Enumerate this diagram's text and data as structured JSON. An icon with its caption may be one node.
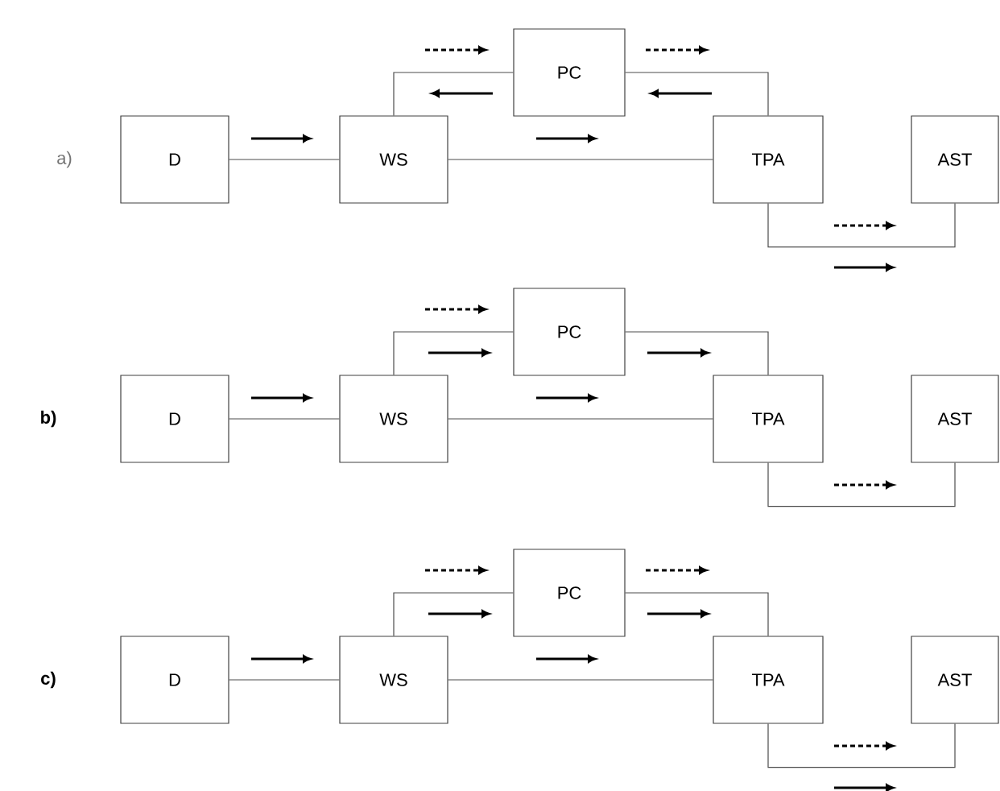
{
  "diagram": {
    "nodes": [
      {
        "text": [
          "D"
        ]
      },
      {
        "text": [
          "WS"
        ]
      },
      {
        "text": [
          "PC"
        ]
      },
      {
        "text": [
          "TPA"
        ]
      },
      {
        "text": [
          "AST"
        ]
      },
      {
        "text": [
          "D"
        ]
      },
      {
        "text": [
          "WS"
        ]
      },
      {
        "text": [
          "PC"
        ]
      },
      {
        "text": [
          "TPA"
        ]
      },
      {
        "text": [
          "AST"
        ]
      },
      {
        "text": [
          "D"
        ]
      },
      {
        "text": [
          "WS"
        ]
      },
      {
        "text": [
          "PC"
        ]
      },
      {
        "text": [
          "TPA"
        ]
      },
      {
        "text": [
          "AST"
        ]
      }
    ],
    "edges": [
      {
        "from": 0,
        "to": 1,
        "arrow": "none"
      },
      {
        "from": 1,
        "to": 2,
        "arrow": "none"
      },
      {
        "from": 1,
        "to": 3,
        "arrow": "none"
      },
      {
        "from": 2,
        "to": 3,
        "arrow": "none"
      },
      {
        "from": 3,
        "to": 4,
        "arrow": "none"
      },
      {
        "from": 5,
        "to": 6,
        "arrow": "none"
      },
      {
        "from": 6,
        "to": 7,
        "arrow": "none"
      },
      {
        "from": 6,
        "to": 8,
        "arrow": "none"
      },
      {
        "from": 7,
        "to": 8,
        "arrow": "none"
      },
      {
        "from": 8,
        "to": 9,
        "arrow": "none"
      },
      {
        "from": 10,
        "to": 11,
        "arrow": "none"
      },
      {
        "from": 11,
        "to": 12,
        "arrow": "none"
      },
      {
        "from": 11,
        "to": 13,
        "arrow": "none"
      },
      {
        "from": 12,
        "to": 13,
        "arrow": "none"
      },
      {
        "from": 13,
        "to": 14,
        "arrow": "none"
      }
    ],
    "labels": [
      "a)",
      "b)",
      "c)"
    ]
  }
}
